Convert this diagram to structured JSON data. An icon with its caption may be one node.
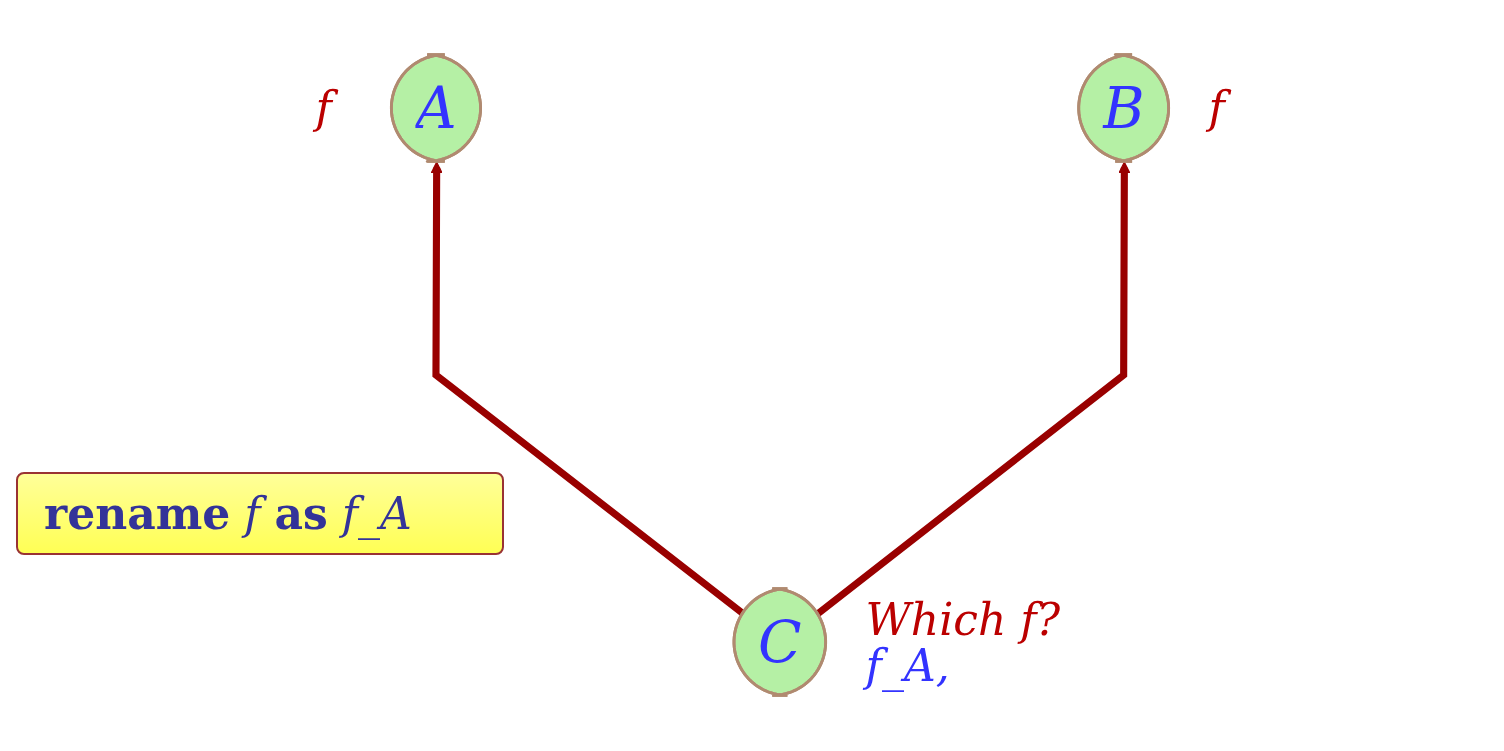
{
  "diagram": {
    "nodes": [
      {
        "text": [
          "A"
        ],
        "beside": [
          "f"
        ]
      },
      {
        "text": [
          "B"
        ],
        "beside": [
          "f"
        ]
      },
      {
        "text": [
          "C"
        ],
        "beside": [
          "Which f?",
          "f_A,"
        ]
      }
    ],
    "edges": [
      {
        "from": 2,
        "to": 0,
        "arrow": "to"
      },
      {
        "from": 2,
        "to": 1,
        "arrow": "to"
      }
    ],
    "labels": [
      "**rename** *f* **as** *f_A*"
    ]
  }
}
